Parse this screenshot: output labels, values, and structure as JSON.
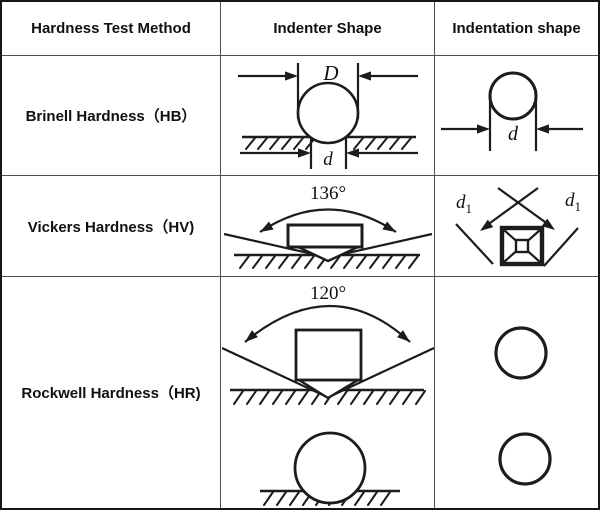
{
  "header": {
    "col1": "Hardness Test Method",
    "col2": "Indenter Shape",
    "col3": "Indentation shape"
  },
  "rows": [
    {
      "method": "Brinell Hardness（HB）"
    },
    {
      "method": "Vickers Hardness（HV)"
    },
    {
      "method": "Rockwell Hardness（HR)"
    }
  ],
  "diagrams": {
    "brinell_indenter": {
      "ball_diameter_label": "D",
      "indent_diameter_label": "d"
    },
    "brinell_indentation": {
      "diameter_label": "d"
    },
    "vickers_indenter": {
      "angle_label": "136°"
    },
    "vickers_indentation": {
      "left_diagonal_label": "d",
      "left_diagonal_sub": "1",
      "right_diagonal_label": "d",
      "right_diagonal_sub": "1"
    },
    "rockwell_indenter": {
      "angle_label": "120°"
    }
  },
  "colors": {
    "line": "#1c1c1c",
    "grid_line": "#4f4f4f",
    "outer_border": "#161616",
    "background": "#ffffff"
  }
}
